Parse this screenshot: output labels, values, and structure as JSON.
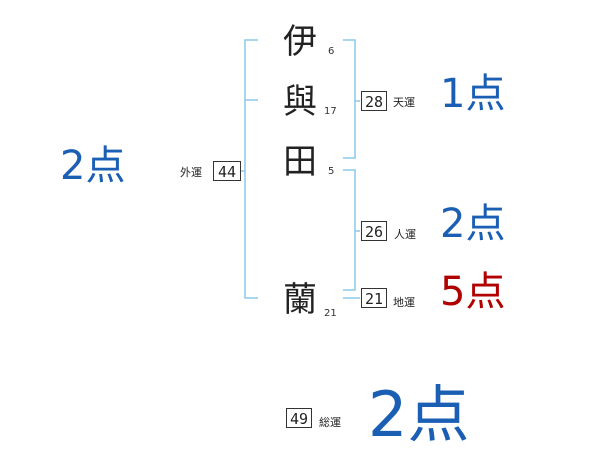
{
  "name": {
    "chars": [
      {
        "char": "伊",
        "strokes": "6"
      },
      {
        "char": "與",
        "strokes": "17"
      },
      {
        "char": "田",
        "strokes": "5"
      },
      {
        "char": "蘭",
        "strokes": "21"
      }
    ]
  },
  "unsei": {
    "gaiun": {
      "label": "外運",
      "value": "44",
      "score": "2点"
    },
    "tenun": {
      "label": "天運",
      "value": "28",
      "score": "1点"
    },
    "jinun": {
      "label": "人運",
      "value": "26",
      "score": "2点"
    },
    "chiun": {
      "label": "地運",
      "value": "21",
      "score": "5点"
    },
    "souun": {
      "label": "総運",
      "value": "49",
      "score": "2点"
    }
  },
  "colors": {
    "bracket": "#8cc8e8",
    "score_blue": "#1a5fb4",
    "score_red": "#b00000",
    "text": "#222222"
  }
}
